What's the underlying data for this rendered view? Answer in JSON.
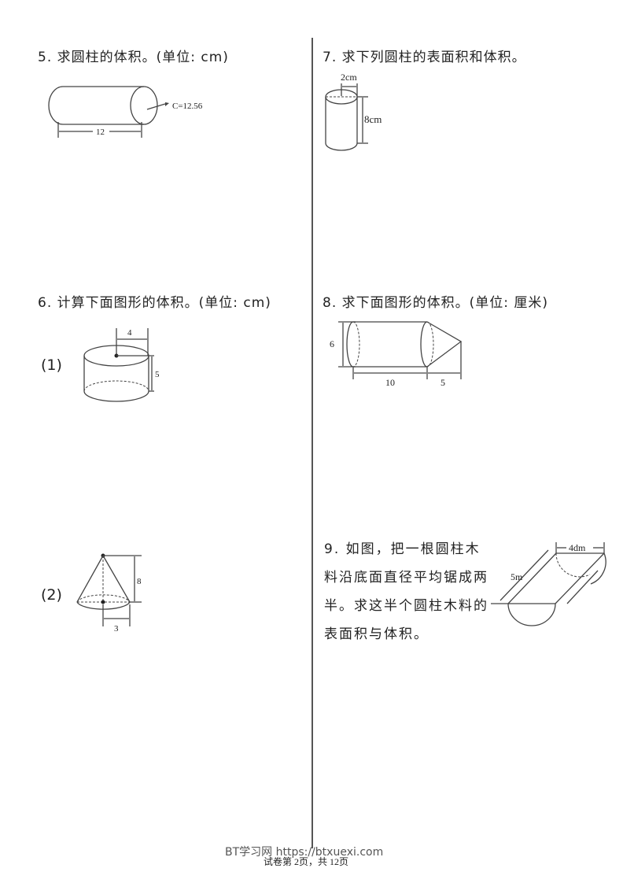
{
  "questions": {
    "q5": {
      "title": "5. 求圆柱的体积。(单位: cm)",
      "figure": {
        "circumference_label": "C=12.56",
        "length_label": "12"
      }
    },
    "q6": {
      "title": "6. 计算下面图形的体积。(单位: cm)",
      "part1": {
        "label": "(1)",
        "radius_label": "4",
        "height_label": "5"
      },
      "part2": {
        "label": "(2)",
        "radius_label": "3",
        "height_label": "8"
      }
    },
    "q7": {
      "title": "7. 求下列圆柱的表面积和体积。",
      "figure": {
        "radius_label": "2cm",
        "height_label": "8cm"
      }
    },
    "q8": {
      "title": "8. 求下面图形的体积。(单位: 厘米)",
      "figure": {
        "diameter_label": "6",
        "cylinder_length_label": "10",
        "cone_length_label": "5"
      }
    },
    "q9": {
      "text": "9. 如图，把一根圆柱木料沿底面直径平均锯成两半。求这半个圆柱木料的表面积与体积。",
      "figure": {
        "diameter_label": "4dm",
        "length_label": "5m"
      }
    }
  },
  "footer": {
    "watermark": "BT学习网 https://btxuexi.com",
    "page_info": "试卷第 2页，共 12页"
  }
}
